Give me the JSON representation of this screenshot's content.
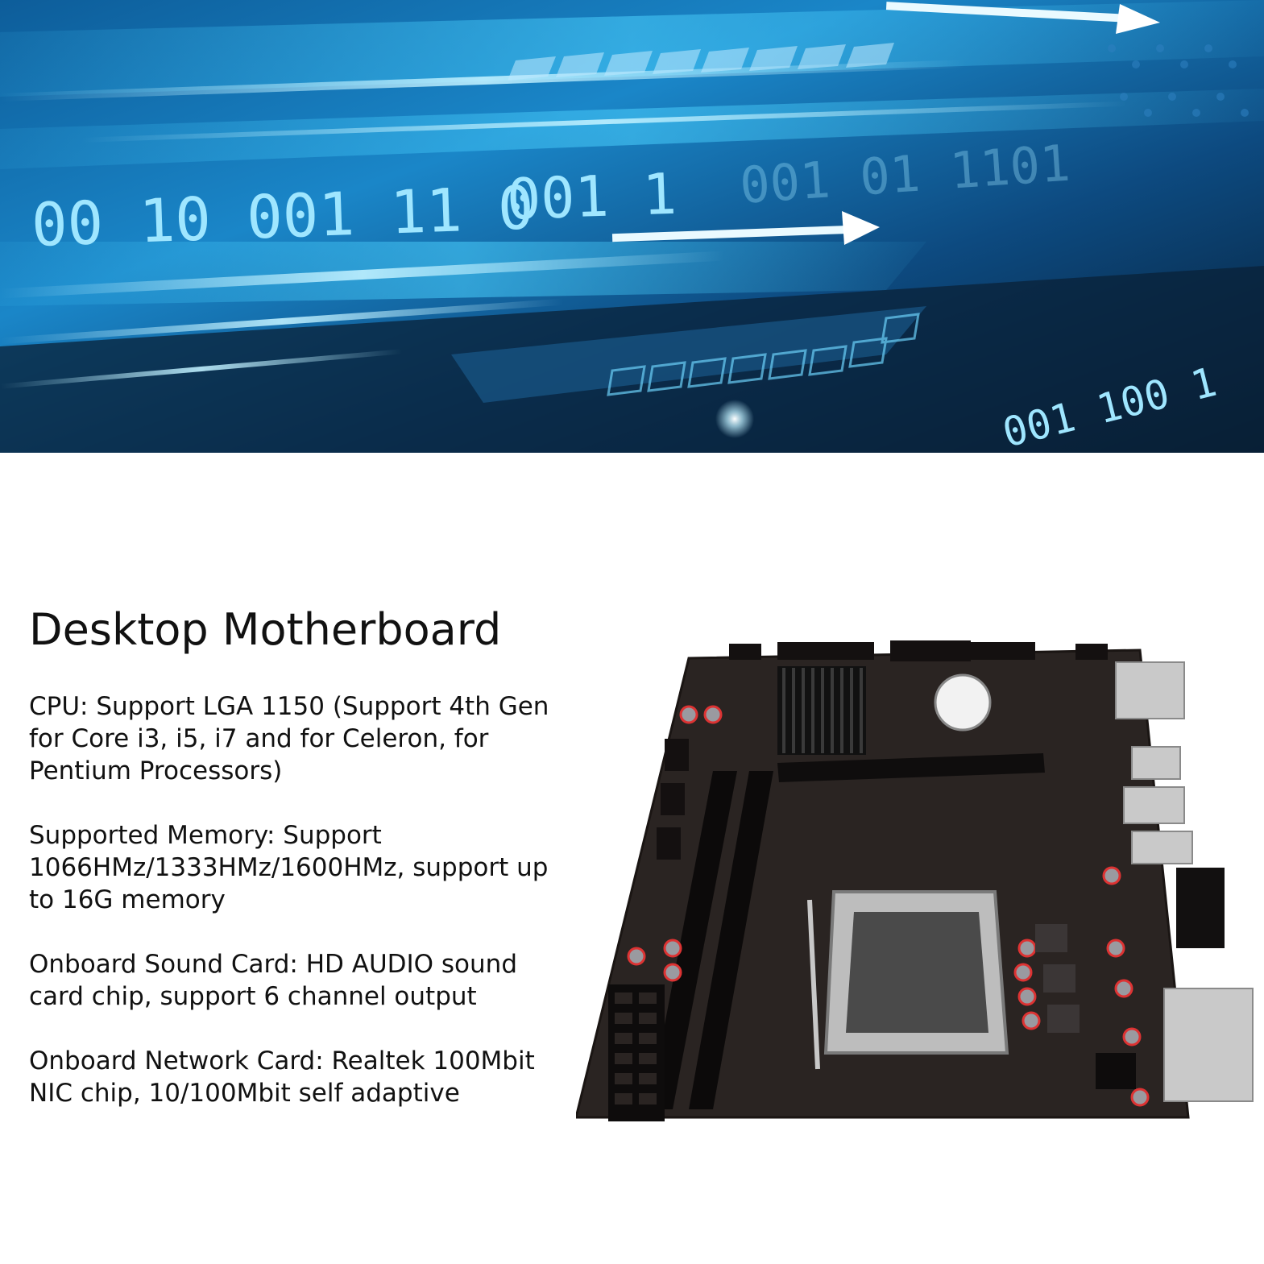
{
  "banner": {
    "binary_rows": [
      "00 10 001 11 0",
      "001 1",
      "001 01 1101",
      "001 100 1"
    ],
    "colors": {
      "deep": "#0a2238",
      "mid": "#0f5fa3",
      "bright": "#2fb3ee",
      "glow": "#bff0ff"
    }
  },
  "product": {
    "title": "Desktop Motherboard",
    "specs": [
      "CPU: Support LGA 1150 (Support 4th Gen for Core i3, i5, i7 and for Celeron, for Pentium Processors)",
      "Supported Memory: Support 1066HMz/1333HMz/1600HMz, support up to 16G memory",
      "Onboard Sound Card: HD AUDIO sound card chip, support 6 channel output",
      "Onboard Network Card: Realtek 100Mbit NIC chip, 10/100Mbit self adaptive"
    ]
  },
  "motherboard_image": {
    "alt": "Desktop Motherboard",
    "board_color": "#2a2422",
    "accent_color": "#c8c8c8"
  }
}
